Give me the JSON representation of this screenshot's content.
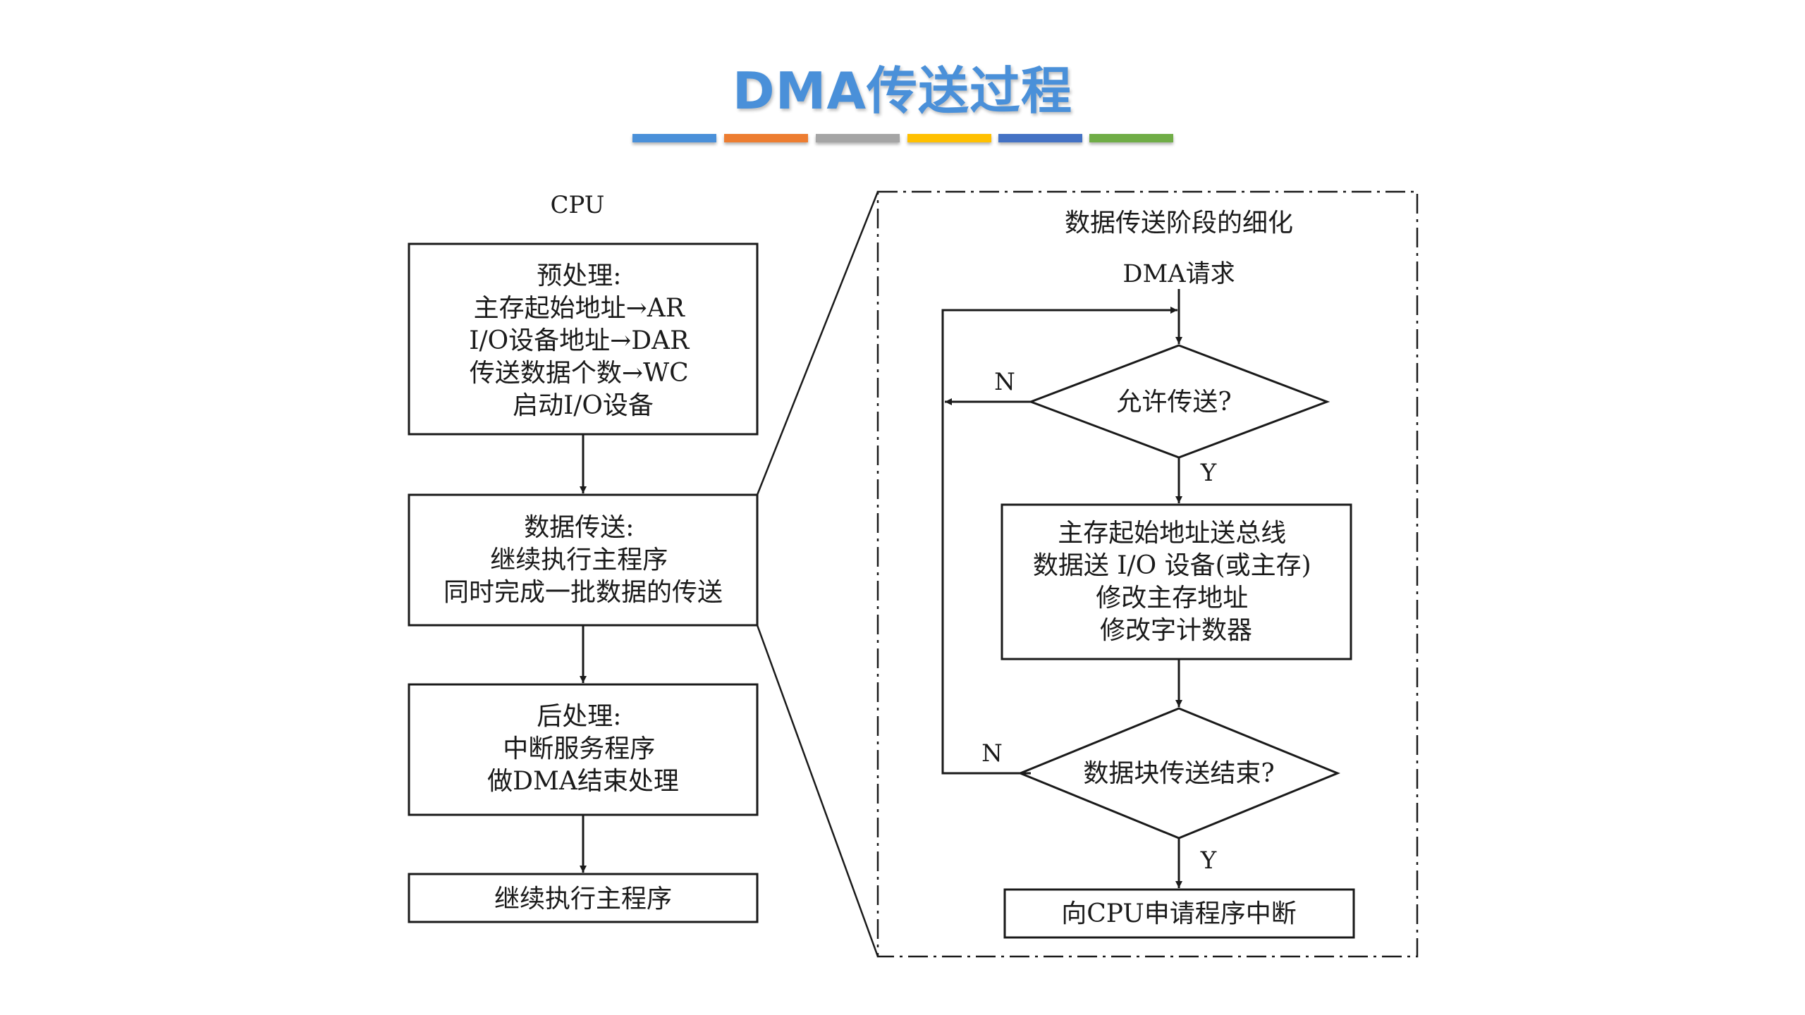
{
  "title": "DMA传送过程",
  "colors": {
    "title": "#4a90d9",
    "accent_segments": [
      "#4a90d9",
      "#ed7d31",
      "#a5a5a5",
      "#ffc000",
      "#4472c4",
      "#70ad47"
    ],
    "line": "#1a1a1a"
  },
  "left": {
    "header": "CPU",
    "box1": [
      "预处理:",
      "主存起始地址→AR",
      "I/O设备地址→DAR",
      "传送数据个数→WC",
      "启动I/O设备"
    ],
    "box2": [
      "数据传送:",
      "继续执行主程序",
      "同时完成一批数据的传送"
    ],
    "box3": [
      "后处理:",
      "中断服务程序",
      "做DMA结束处理"
    ],
    "box4": "继续执行主程序"
  },
  "right": {
    "header": "数据传送阶段的细化",
    "start": "DMA请求",
    "decision1": "允许传送?",
    "decision1_no": "N",
    "decision1_yes": "Y",
    "process": [
      "主存起始地址送总线",
      "数据送 I/O 设备(或主存)",
      "修改主存地址",
      "修改字计数器"
    ],
    "decision2": "数据块传送结束?",
    "decision2_no": "N",
    "decision2_yes": "Y",
    "end": "向CPU申请程序中断"
  }
}
